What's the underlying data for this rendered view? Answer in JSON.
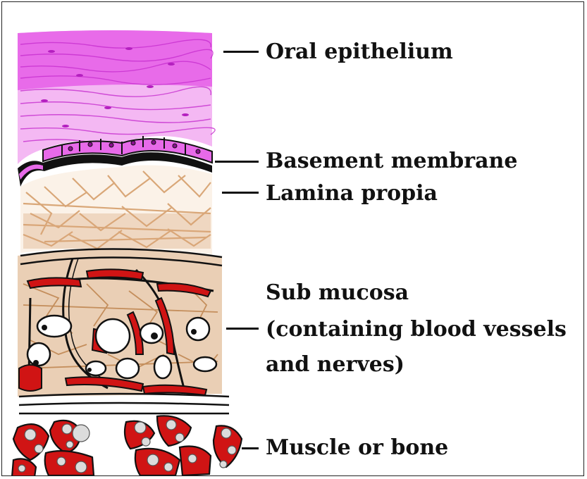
{
  "labels": {
    "oral_epithelium": "Oral epithelium",
    "basement_membrane": "Basement membrane",
    "lamina_propia": "Lamina propia",
    "sub_mucosa_line1": "Sub mucosa",
    "sub_mucosa_line2": "(containing blood vessels",
    "sub_mucosa_line3": "and nerves)",
    "muscle_or_bone": "Muscle or bone"
  },
  "colors": {
    "epithelium": "#e25ce6",
    "epithelium_light": "#f3b5f2",
    "basement": "#111111",
    "connective_tissue": "#d9a778",
    "blood_vessel": "#d01414",
    "line": "#111111"
  }
}
